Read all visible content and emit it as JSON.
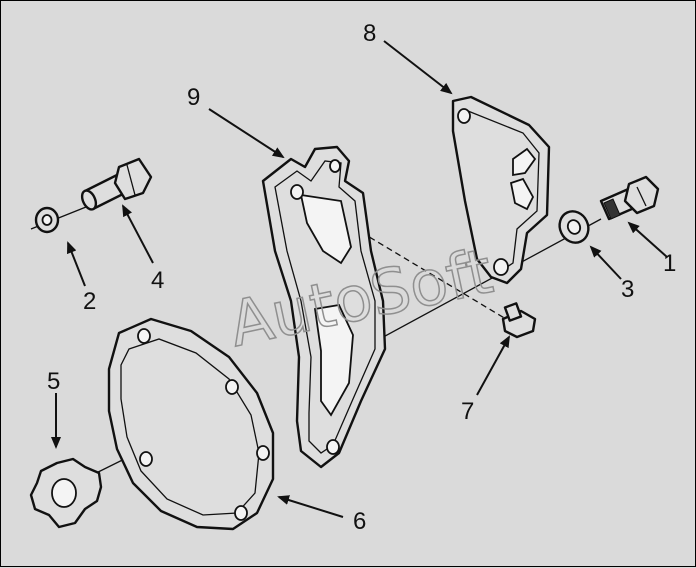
{
  "watermark": "AutoSoft",
  "callouts": [
    {
      "id": "1",
      "label": "1"
    },
    {
      "id": "2",
      "label": "2"
    },
    {
      "id": "3",
      "label": "3"
    },
    {
      "id": "4",
      "label": "4"
    },
    {
      "id": "5",
      "label": "5"
    },
    {
      "id": "6",
      "label": "6"
    },
    {
      "id": "7",
      "label": "7"
    },
    {
      "id": "8",
      "label": "8"
    },
    {
      "id": "9",
      "label": "9"
    }
  ],
  "colors": {
    "background": "#dadada",
    "line": "#111111",
    "watermark": "#8f8f8f"
  }
}
